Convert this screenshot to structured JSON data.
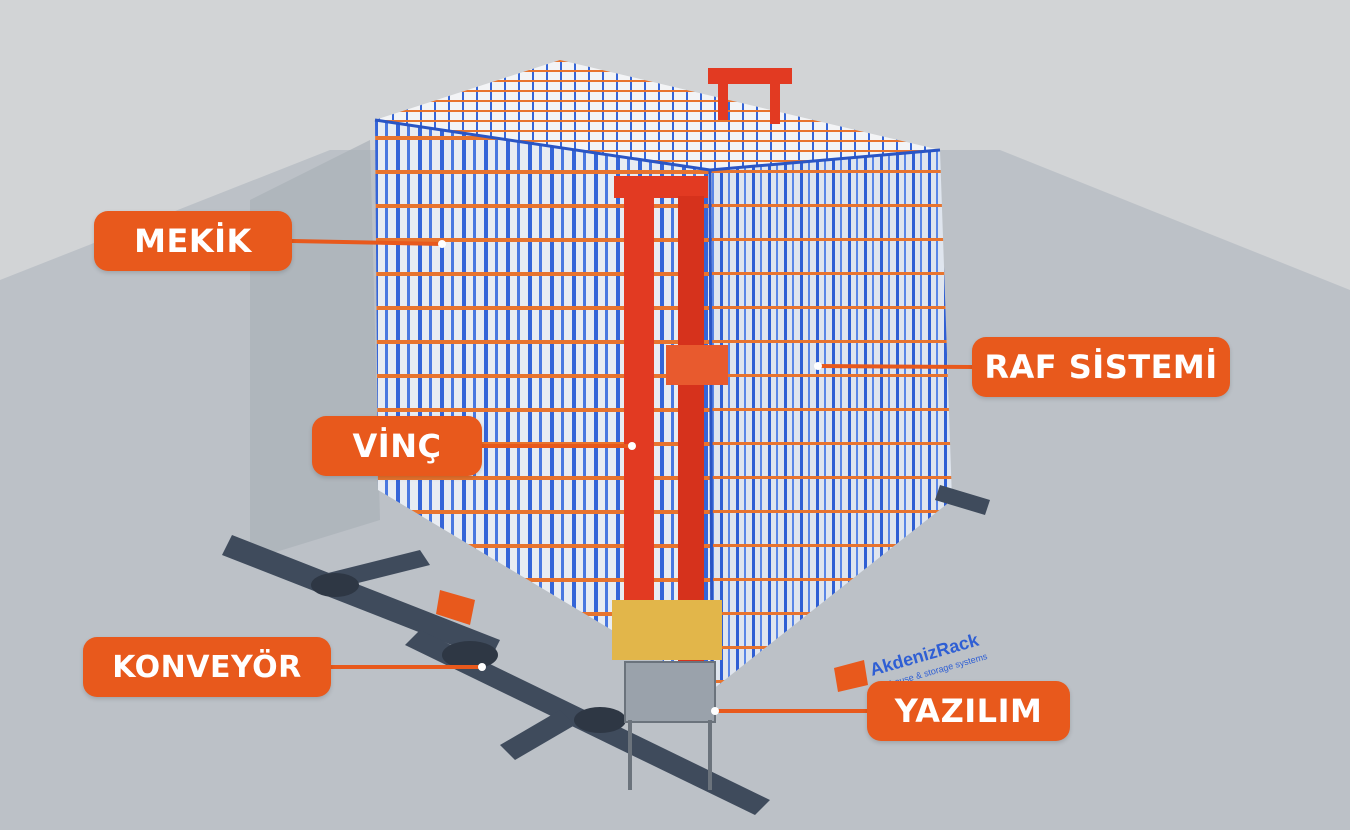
{
  "colors": {
    "callout_bg": "#E8591C",
    "rack_blue": "#3565D8",
    "beam_orange": "#E8742E",
    "crane_red": "#E23A22",
    "floor": "#B9BEC4",
    "sky": "#D2D4D6"
  },
  "labels": {
    "shuttle": "MEKİK",
    "rack_system": "RAF SİSTEMİ",
    "crane": "VİNÇ",
    "conveyor": "KONVEYÖR",
    "software": "YAZILIM"
  },
  "logo": {
    "brand": "AkdenizRack",
    "tagline": "warehouse & storage systems"
  }
}
